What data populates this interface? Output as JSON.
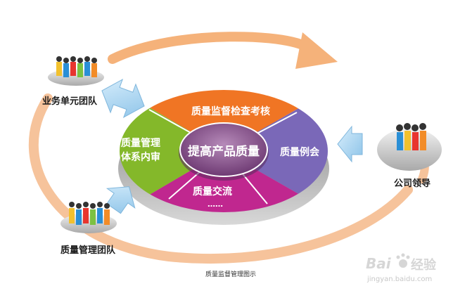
{
  "diagram": {
    "center_label": "提高产品质量",
    "segments": {
      "top": "质量监督检查考核",
      "right": "质量例会",
      "bottom_line1": "质量交流",
      "bottom_line2": "……",
      "left_line1": "质量管理",
      "left_line2": "体系内审"
    },
    "teams": {
      "business_unit": "业务单元团队",
      "company_leader": "公司领导",
      "quality_mgmt": "质量管理团队"
    },
    "caption": "质量监督管理图示"
  },
  "watermark": {
    "brand": "Bai",
    "brand_tail": "经验",
    "url": "jingyan.baidu.com"
  },
  "colors": {
    "top": "#f07524",
    "right": "#7a68b8",
    "bottom": "#c0278f",
    "left": "#84b82a",
    "center": "#7d4a82",
    "ring_arrow": "#f5b27a",
    "arrow_blue": "#a9d4f0"
  },
  "icons": [
    "people-group-icon",
    "right-arrow-icon",
    "double-arrow-icon",
    "paw-icon"
  ]
}
